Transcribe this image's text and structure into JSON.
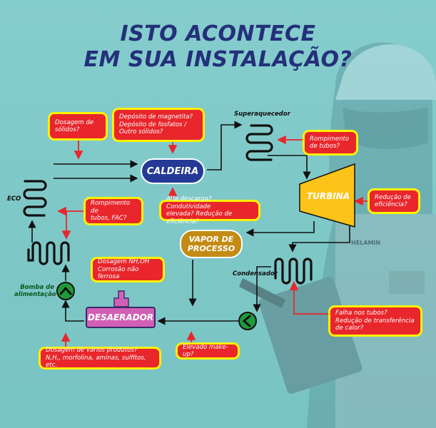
{
  "title": {
    "line1": "ISTO ACONTECE",
    "line2": "EM SUA INSTALAÇÃO?"
  },
  "equipment": {
    "caldeira": "CALDEIRA",
    "turbina": "TURBINA",
    "vapor": "VAPOR DE\nPROCESSO",
    "desaerador": "DESAERADOR"
  },
  "labels": {
    "superaquecedor": "Superaquecedor",
    "eco": "ECO",
    "condensador": "Condensador",
    "bomba": "Bomba de\nalimentação",
    "helamin": "HELAMIN"
  },
  "problems": {
    "dosagem_solidos": "Dosagem de\nsólidos?",
    "deposito": "Depósito de magnetita?\nDepósito de fosfatos /\nOutro sólidos?",
    "rompimento_super": "Rompimento\nde tubos?",
    "rompimento_eco": "Rompimento de\ntubos, FAC?",
    "alta_descarga": "Alta descarga? Condutividade\nelevada? Redução de eficiência?",
    "reducao_turbina": "Redução de\neficiência?",
    "dosagem_nh": "Dosagem NH,OH\nCorrosão não ferrosa",
    "falha_tubos": "Falha nos tubos?\nRedução de transferência\nde calor?",
    "elevado_makeup": "Elevado make-up?",
    "dosagem_varios": "Dosagem de vários produtos?\nN,H,, morfolina, aminas, sulfitos, etc."
  },
  "colors": {
    "background": "#7cc6c6",
    "title": "#24307a",
    "problem_box": "#e8262b",
    "box_border": "#fff200",
    "caldeira": "#253a96",
    "vapor": "#c48b14",
    "desaerador": "#d160b5",
    "turbina": "#fcc419",
    "pump": "#1e9c3a"
  },
  "icons": {
    "pump_up": "chevron-up-icon",
    "pump_left": "chevron-left-icon",
    "coil": "heat-exchanger-coil-icon"
  }
}
